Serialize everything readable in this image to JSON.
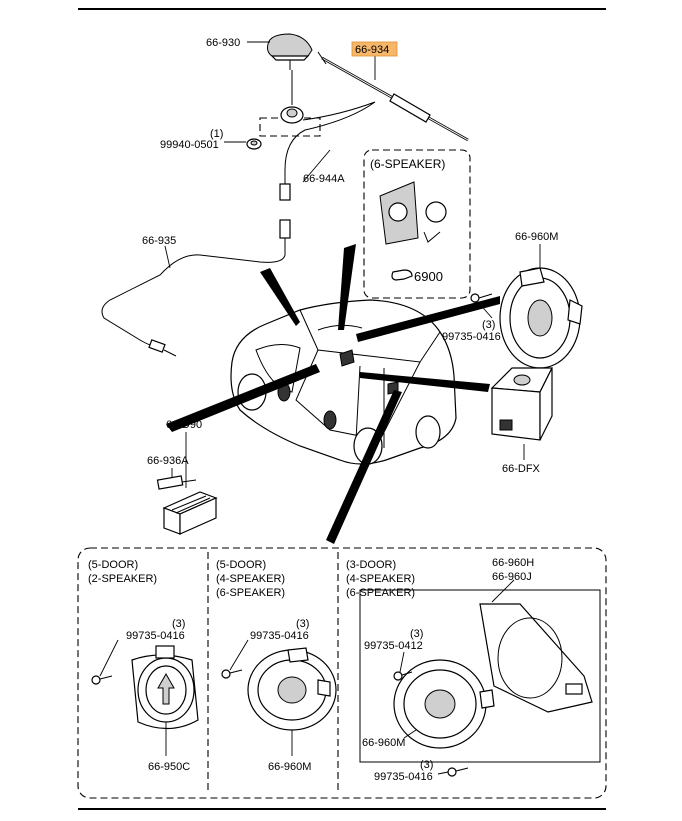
{
  "labels": {
    "antenna_base": "66-930",
    "antenna_rod": "66-934",
    "nut_qty": "(1)",
    "nut_part": "99940-0501",
    "feeder": "66-944A",
    "six_speaker_title": "(6-SPEAKER)",
    "six_speaker_ref": "6900",
    "cable": "66-935",
    "tweeter": "66-960M",
    "tweeter_screw_qty": "(3)",
    "tweeter_screw": "99735-0416",
    "unit_d90": "66-D90",
    "adapter": "66-936A",
    "module": "66-DFX"
  },
  "panels": {
    "p1": {
      "line1": "(5-DOOR)",
      "line2": "(2-SPEAKER)",
      "screw_qty": "(3)",
      "screw": "99735-0416",
      "speaker": "66-950C"
    },
    "p2": {
      "line1": "(5-DOOR)",
      "line2": "(4-SPEAKER)",
      "line3": "(6-SPEAKER)",
      "screw_qty": "(3)",
      "screw": "99735-0416",
      "speaker": "66-960M"
    },
    "p3": {
      "line1": "(3-DOOR)",
      "line2": "(4-SPEAKER)",
      "line3": "(6-SPEAKER)",
      "bracket_1": "66-960H",
      "bracket_2": "66-960J",
      "screw_a_qty": "(3)",
      "screw_a": "99735-0412",
      "speaker": "66-960M",
      "screw_b_qty": "(3)",
      "screw_b": "99735-0416"
    }
  },
  "colors": {
    "highlight": "#f6b76a",
    "line": "#000000"
  }
}
